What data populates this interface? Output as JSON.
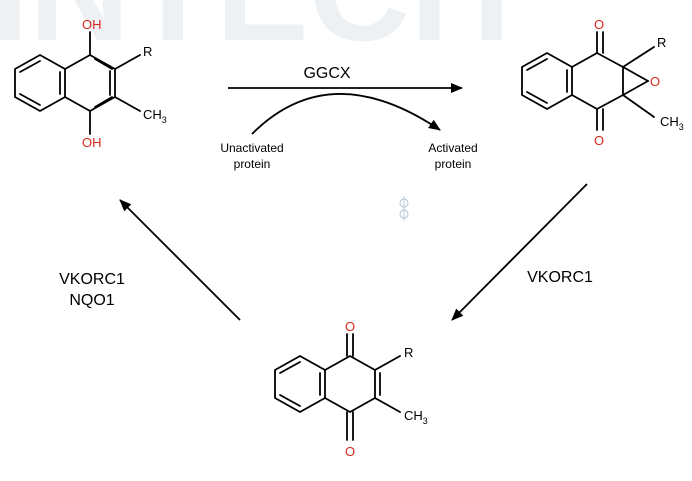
{
  "watermark": "INTECH",
  "reactions": {
    "forward_enzyme": "GGCX",
    "unactivated_line1": "Unactivated",
    "unactivated_line2": "protein",
    "activated_line1": "Activated",
    "activated_line2": "protein",
    "epoxide_reductase": "VKORC1",
    "quinone_reductase_line1": "VKORC1",
    "quinone_reductase_line2": "NQO1"
  },
  "atoms": {
    "oxygen": "O",
    "hydroxyl": "OH",
    "r_group": "R",
    "methyl_main": "CH",
    "methyl_sub": "3"
  },
  "colors": {
    "oxygen": "#d8281d",
    "bond": "#000000",
    "watermark": "#eef1f3",
    "ghost_marker": "#9fb8c8"
  }
}
